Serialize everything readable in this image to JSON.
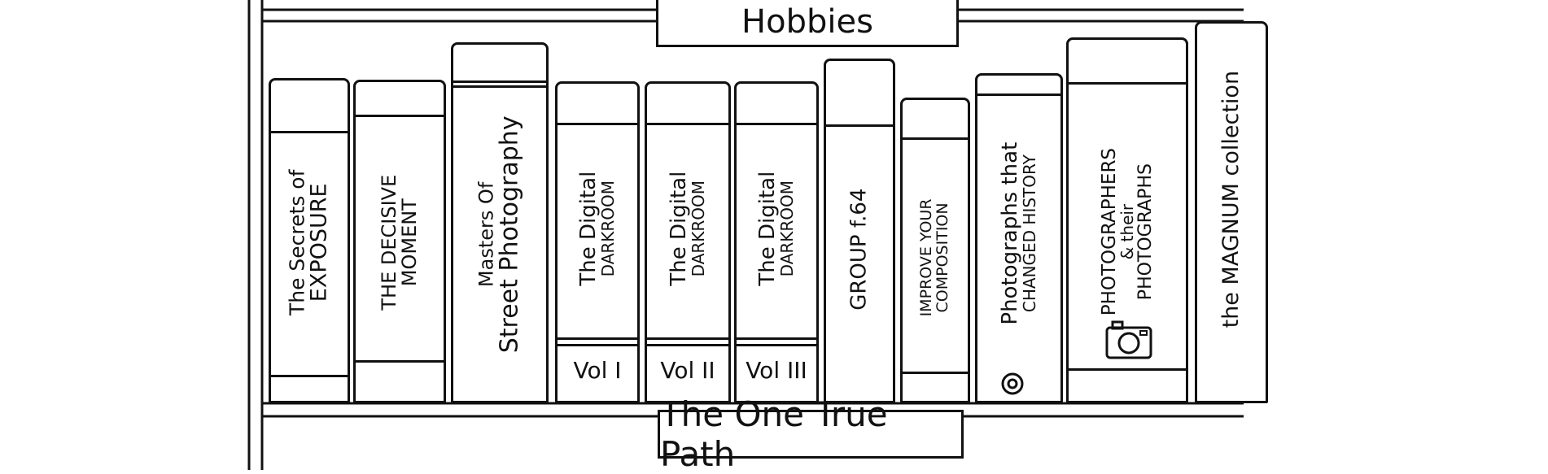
{
  "shelf_labels": {
    "top": "Hobbies",
    "bottom": "The One True Path"
  },
  "books": [
    {
      "id": "exposure",
      "line1": "The Secrets of",
      "line2": "EXPOSURE"
    },
    {
      "id": "decisive",
      "line1": "THE DECISIVE",
      "line2": "MOMENT"
    },
    {
      "id": "masters",
      "line1": "Masters Of",
      "line2": "Street Photography"
    },
    {
      "id": "darkroom1",
      "line1": "The Digital",
      "line2": "DARKROOM",
      "volume": "Vol I"
    },
    {
      "id": "darkroom2",
      "line1": "The Digital",
      "line2": "DARKROOM",
      "volume": "Vol II"
    },
    {
      "id": "darkroom3",
      "line1": "The Digital",
      "line2": "DARKROOM",
      "volume": "Vol III"
    },
    {
      "id": "group",
      "line1": "GROUP f.64"
    },
    {
      "id": "improve",
      "line1": "IMPROVE YOUR",
      "line2": "COMPOSITION"
    },
    {
      "id": "history",
      "line1": "Photographs that",
      "line2": "CHANGED HISTORY",
      "icon": "eye-circle-icon"
    },
    {
      "id": "photographers",
      "line1": "PHOTOGRAPHERS",
      "line2": "& their",
      "line3": "PHOTOGRAPHS",
      "icon": "camera-icon"
    },
    {
      "id": "magnum",
      "line1": "the MAGNUM collection"
    }
  ]
}
